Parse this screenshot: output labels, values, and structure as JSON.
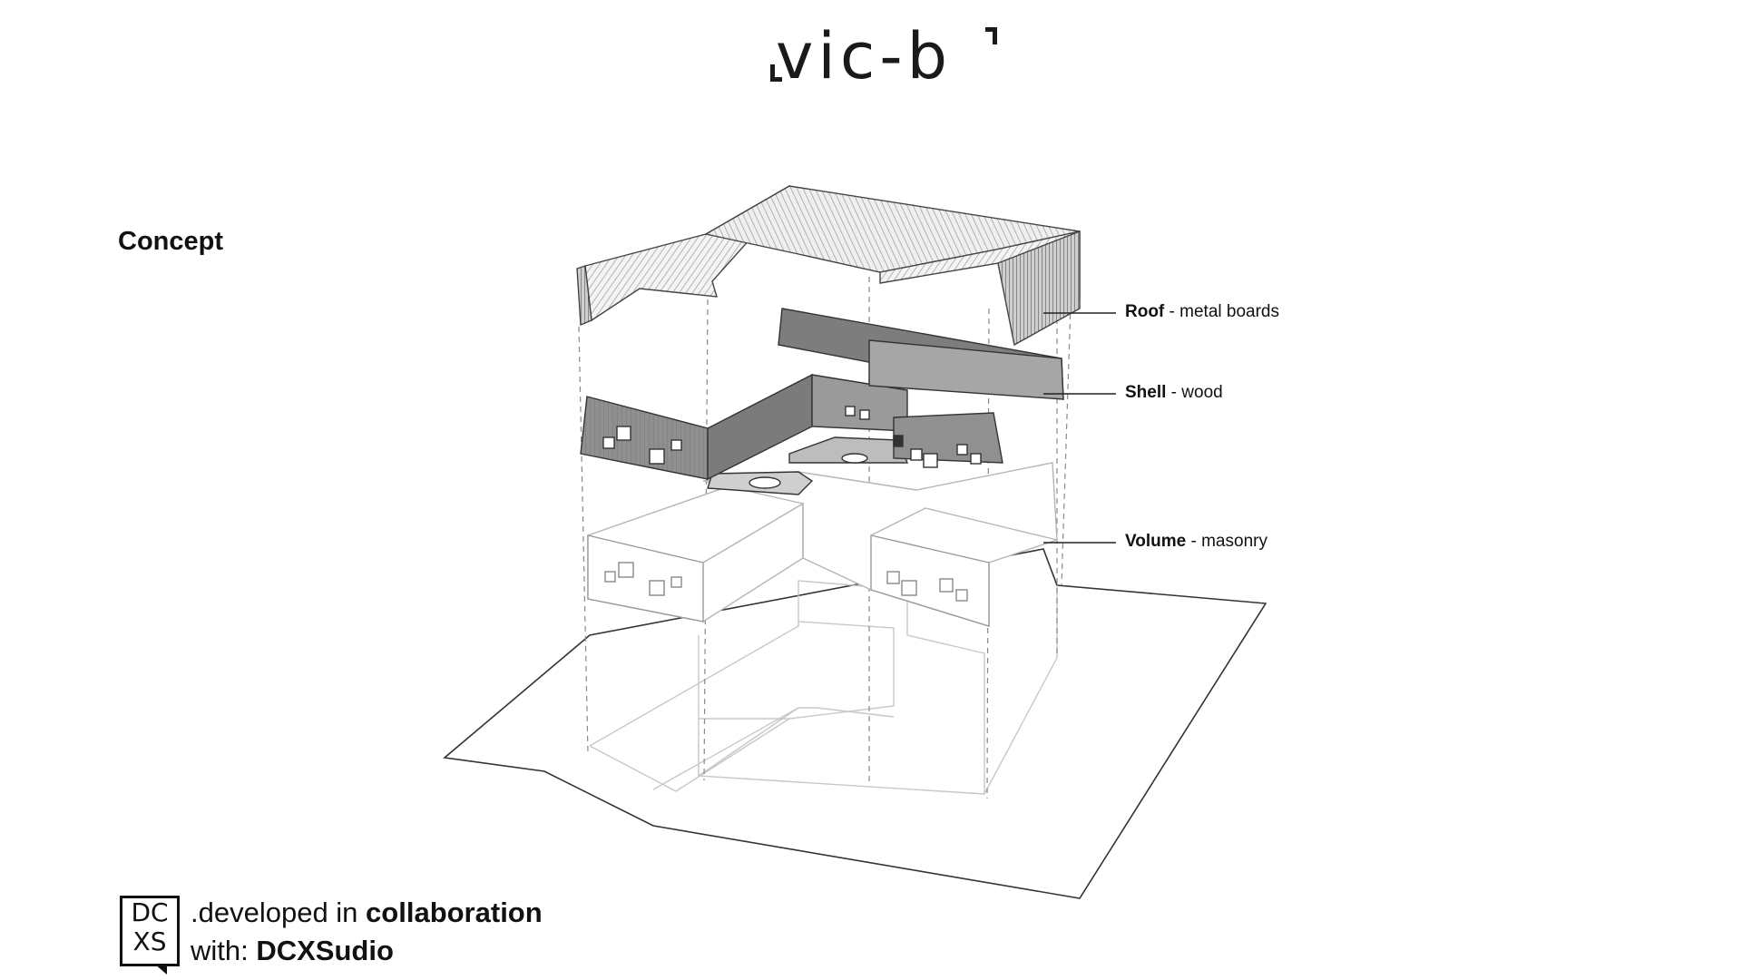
{
  "brand": {
    "logo_text": "vic-b"
  },
  "heading": "Concept",
  "labels": [
    {
      "bold": "Roof",
      "rest": " - metal boards"
    },
    {
      "bold": "Shell",
      "rest": " - wood"
    },
    {
      "bold": "Volume",
      "rest": " - masonry"
    }
  ],
  "footer": {
    "badge_line1": "DC",
    "badge_line2": "XS",
    "line1_prefix": ".developed in ",
    "line1_bold": "collaboration",
    "line2_prefix": "with: ",
    "line2_bold": "DCXSudio"
  }
}
